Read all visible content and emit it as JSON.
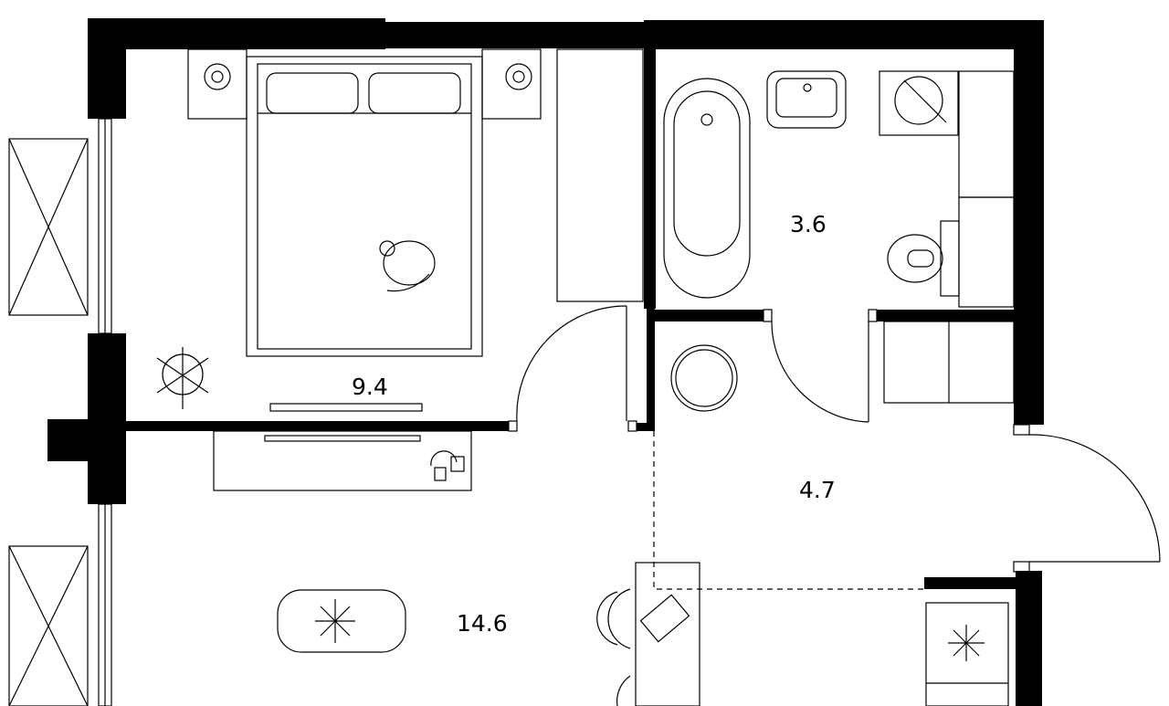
{
  "plan": {
    "rooms": [
      {
        "id": "bedroom",
        "area": "9.4"
      },
      {
        "id": "bathroom",
        "area": "3.6"
      },
      {
        "id": "hallway",
        "area": "4.7"
      },
      {
        "id": "living-kitchen",
        "area": "14.6"
      }
    ],
    "colors": {
      "wall": "#000000",
      "line": "#000000",
      "background": "#ffffff"
    }
  }
}
